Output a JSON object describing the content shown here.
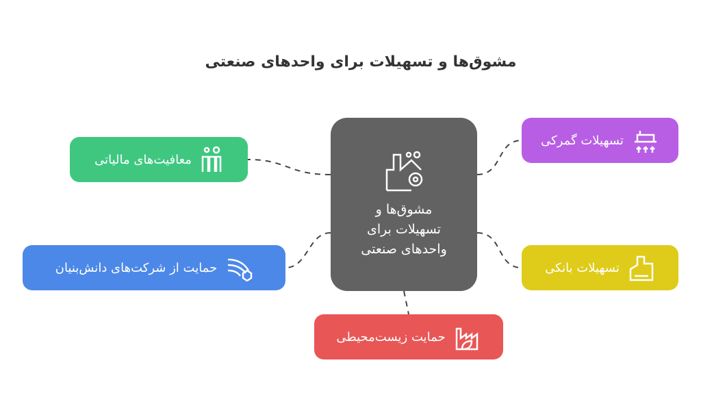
{
  "title": "مشوق‌ها و تسهیلات برای واحدهای صنعتی",
  "center": {
    "label": "مشوق‌ها و تسهیلات برای واحدهای صنعتی",
    "icon": "factory-gear-icon",
    "color": "#626262"
  },
  "nodes": [
    {
      "label": "تسهیلات گمرکی",
      "icon": "factory-export-icon",
      "color": "#b85ee4"
    },
    {
      "label": "تسهیلات بانکی",
      "icon": "bank-building-icon",
      "color": "#dfcb19"
    },
    {
      "label": "معافیت‌های مالیاتی",
      "icon": "factory-chimneys-icon",
      "color": "#3fc780"
    },
    {
      "label": "حمایت از شرکت‌های دانش‌بنیان",
      "icon": "knowledge-tech-icon",
      "color": "#4c88e8"
    },
    {
      "label": "حمایت زیست‌محیطی",
      "icon": "eco-factory-icon",
      "color": "#e85656"
    }
  ]
}
